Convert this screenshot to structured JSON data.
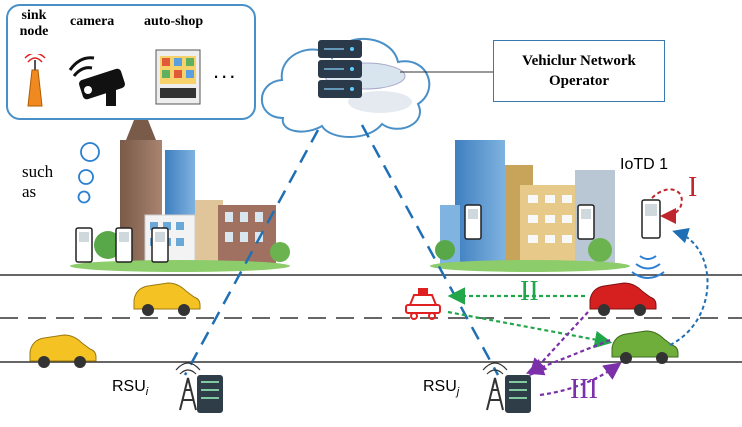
{
  "devices_box": {
    "items": [
      {
        "label": "sink node",
        "icon": "antenna-icon"
      },
      {
        "label": "camera",
        "icon": "camera-icon"
      },
      {
        "label": "auto-shop",
        "icon": "vending-kiosk-icon"
      }
    ],
    "ellipsis": "..."
  },
  "such_as": "such as",
  "operator_label": "Vehiclur Network Operator",
  "iotd_label": "IoTD 1",
  "rsu_i": {
    "base": "RSU",
    "sub": "i"
  },
  "rsu_j": {
    "base": "RSU",
    "sub": "j"
  },
  "links": [
    {
      "label": "I",
      "color": "#c0272d"
    },
    {
      "label": "II",
      "color": "#22a64a"
    },
    {
      "label": "III",
      "color": "#7b2fa8"
    }
  ],
  "colors": {
    "backhaul": "#1f6fb5",
    "v2i": "#1f6fb5",
    "box_border": "#4a90c8"
  }
}
